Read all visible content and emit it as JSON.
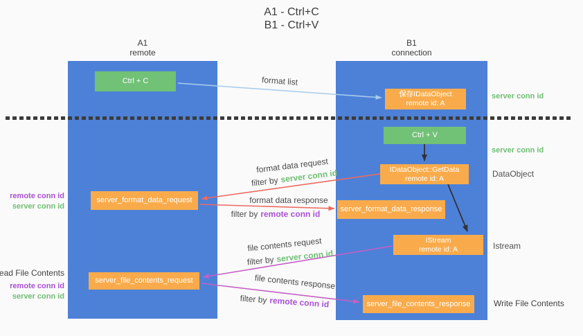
{
  "title": {
    "line1": "A1 - Ctrl+C",
    "line2": "B1 - Ctrl+V"
  },
  "lanes": {
    "left": {
      "name": "A1",
      "role": "remote"
    },
    "right": {
      "name": "B1",
      "role": "connection"
    }
  },
  "nodes": {
    "ctrl_c": {
      "label": "Ctrl + C"
    },
    "ctrl_v": {
      "label": "Ctrl + V"
    },
    "save_idataobject": {
      "line1": "保存IDataObject",
      "line2": "remote id: A"
    },
    "idataobject_getdata": {
      "line1": "IDataObject::GetData",
      "line2": "remote id: A"
    },
    "server_format_data_request": {
      "label": "server_format_data_request"
    },
    "server_format_data_response": {
      "label": "server_format_data_response"
    },
    "istream": {
      "line1": "IStream",
      "line2": "remote id: A"
    },
    "server_file_contents_request": {
      "label": "server_file_contents_request"
    },
    "server_file_contents_response": {
      "label": "server_file_contents_response"
    }
  },
  "edge_labels": {
    "format_list": "format list",
    "format_data_request": "format data request",
    "format_data_response": "format data response",
    "file_contents_request": "file contents request",
    "file_contents_response": "file contents response",
    "filter_by": "filter by",
    "server_conn_id": "server conn id",
    "remote_conn_id": "remote conn id"
  },
  "side_labels": {
    "server_conn_id_top": "server conn id",
    "server_conn_id_mid": "server conn id",
    "dataobject": "DataObject",
    "istream": "Istream",
    "write_file_contents": "Write File Contents",
    "read_file_contents": "Read File Contents",
    "remote_conn_id_format": "remote conn id",
    "server_conn_id_format": "server conn id",
    "remote_conn_id_file": "remote conn id",
    "server_conn_id_file": "server conn id"
  },
  "colors": {
    "lane_blue": "#4d81d8",
    "node_green": "#71c176",
    "node_orange": "#f9ab4b",
    "arrow_blue": "#a9cdeb",
    "arrow_black": "#333333",
    "arrow_salmon": "#ed6a60",
    "arrow_magenta": "#c55fc5",
    "text_green": "#6fbe74",
    "text_purple": "#a850d2"
  }
}
